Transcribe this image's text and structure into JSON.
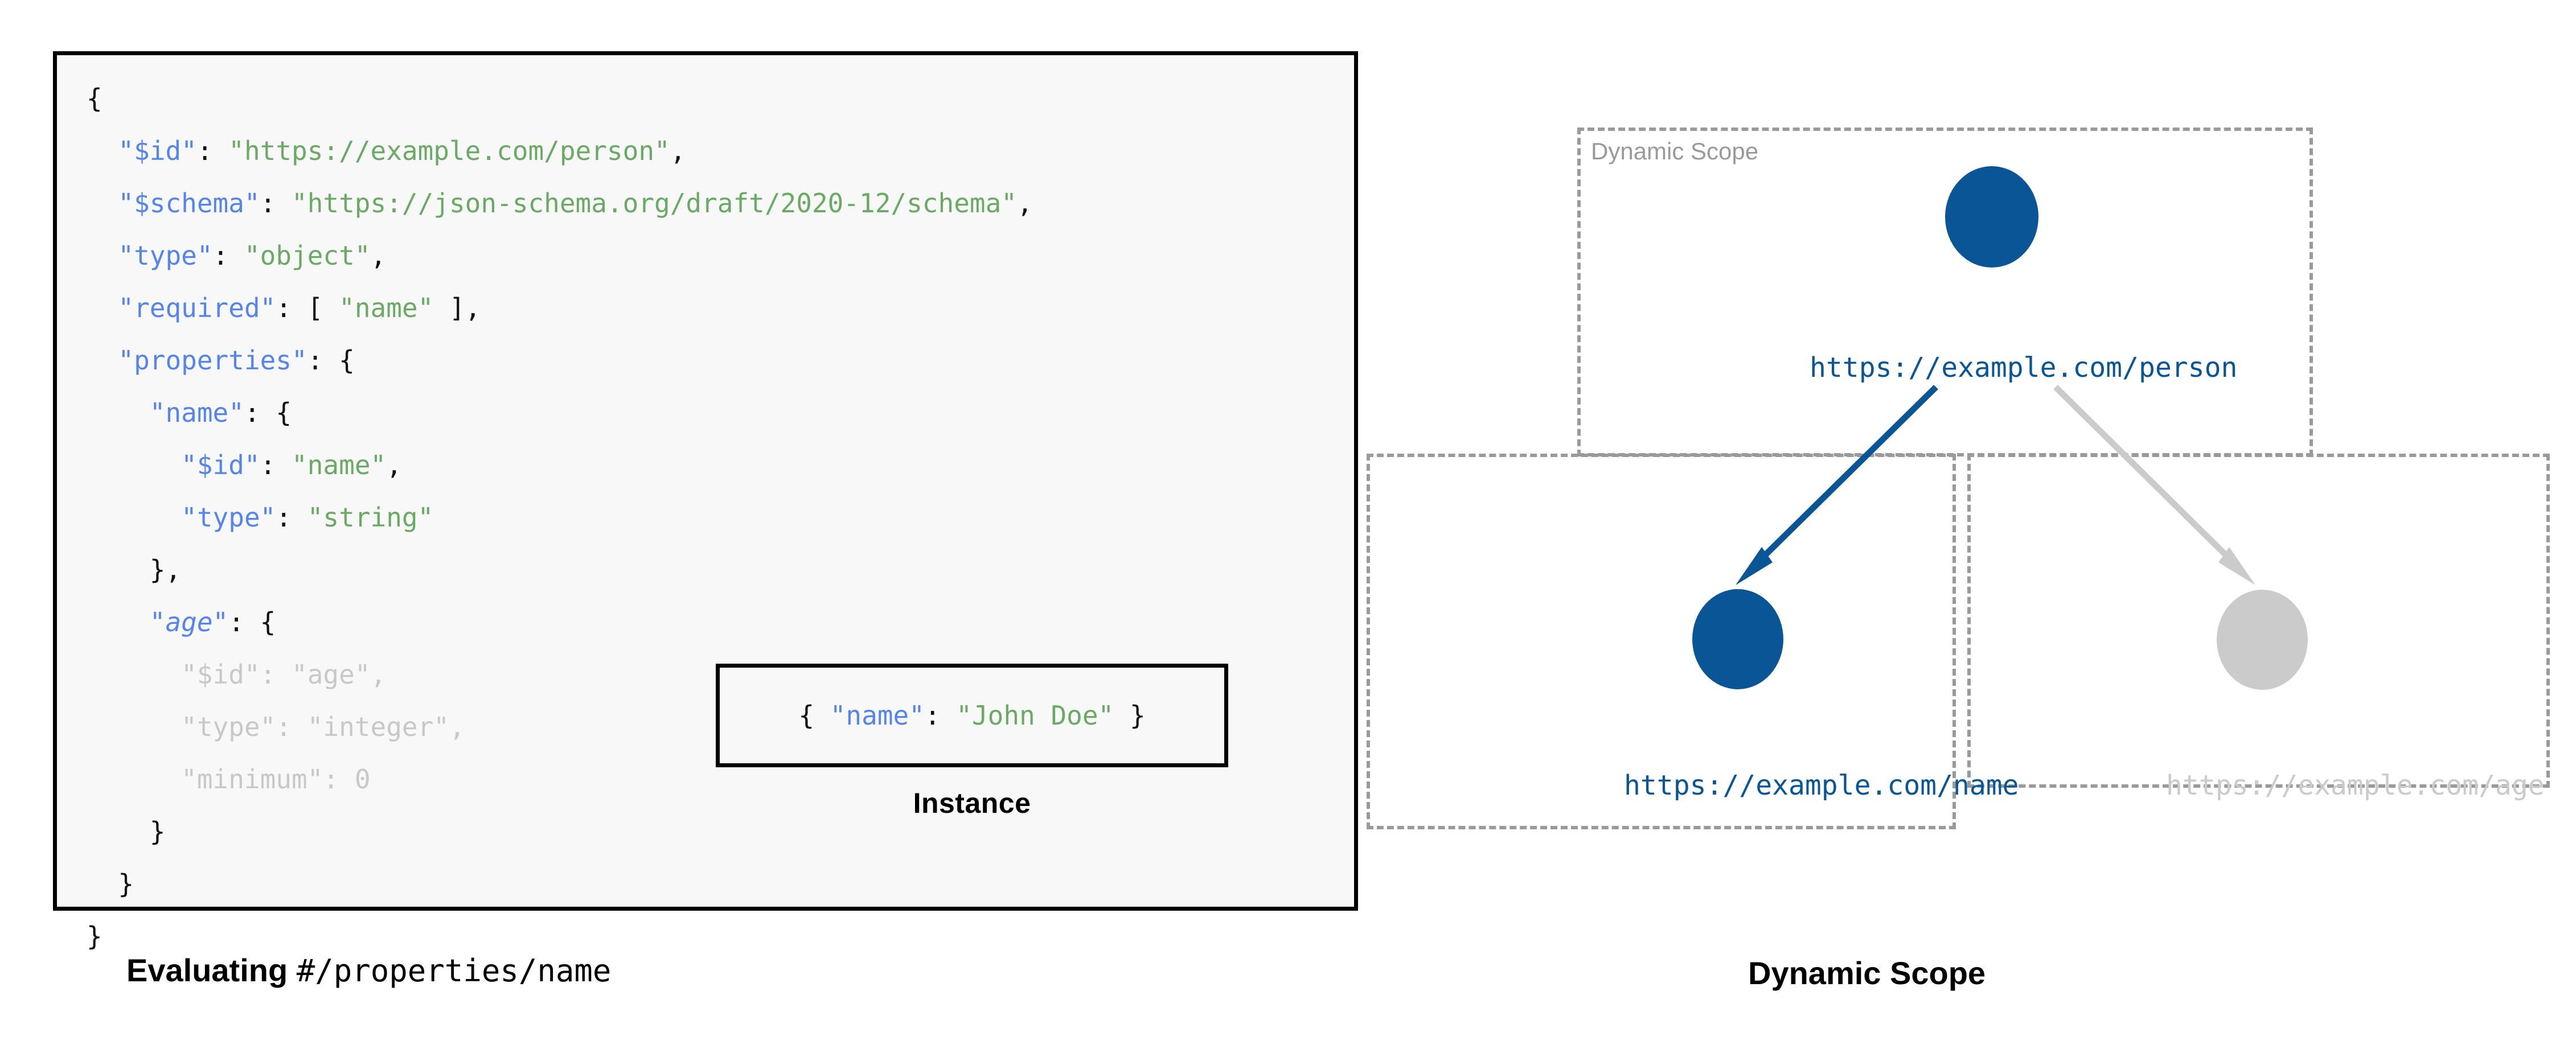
{
  "left": {
    "schema_lines": [
      {
        "indent": 0,
        "tokens": [
          {
            "t": "{",
            "c": "p"
          }
        ]
      },
      {
        "indent": 1,
        "tokens": [
          {
            "t": "\"$id\"",
            "c": "k"
          },
          {
            "t": ": ",
            "c": "p"
          },
          {
            "t": "\"https://example.com/person\"",
            "c": "s"
          },
          {
            "t": ",",
            "c": "p"
          }
        ]
      },
      {
        "indent": 1,
        "tokens": [
          {
            "t": "\"$schema\"",
            "c": "k"
          },
          {
            "t": ": ",
            "c": "p"
          },
          {
            "t": "\"https://json-schema.org/draft/2020-12/schema\"",
            "c": "s"
          },
          {
            "t": ",",
            "c": "p"
          }
        ]
      },
      {
        "indent": 1,
        "tokens": [
          {
            "t": "\"type\"",
            "c": "k"
          },
          {
            "t": ": ",
            "c": "p"
          },
          {
            "t": "\"object\"",
            "c": "s"
          },
          {
            "t": ",",
            "c": "p"
          }
        ]
      },
      {
        "indent": 1,
        "tokens": [
          {
            "t": "\"required\"",
            "c": "k"
          },
          {
            "t": ": [ ",
            "c": "p"
          },
          {
            "t": "\"name\"",
            "c": "s"
          },
          {
            "t": " ],",
            "c": "p"
          }
        ]
      },
      {
        "indent": 1,
        "tokens": [
          {
            "t": "\"properties\"",
            "c": "k"
          },
          {
            "t": ": {",
            "c": "p"
          }
        ]
      },
      {
        "indent": 2,
        "tokens": [
          {
            "t": "\"name\"",
            "c": "k"
          },
          {
            "t": ": {",
            "c": "p"
          }
        ]
      },
      {
        "indent": 3,
        "tokens": [
          {
            "t": "\"$id\"",
            "c": "k"
          },
          {
            "t": ": ",
            "c": "p"
          },
          {
            "t": "\"name\"",
            "c": "s"
          },
          {
            "t": ",",
            "c": "p"
          }
        ]
      },
      {
        "indent": 3,
        "tokens": [
          {
            "t": "\"type\"",
            "c": "k"
          },
          {
            "t": ": ",
            "c": "p"
          },
          {
            "t": "\"string\"",
            "c": "s"
          }
        ]
      },
      {
        "indent": 2,
        "tokens": [
          {
            "t": "},",
            "c": "p"
          }
        ]
      },
      {
        "indent": 2,
        "tokens": [
          {
            "t": "\"age\"",
            "c": "k italic"
          },
          {
            "t": ": {",
            "c": "p"
          }
        ]
      },
      {
        "indent": 3,
        "tokens": [
          {
            "t": "\"$id\"",
            "c": "muted-k"
          },
          {
            "t": ": ",
            "c": "muted"
          },
          {
            "t": "\"age\"",
            "c": "muted-s"
          },
          {
            "t": ",",
            "c": "muted"
          }
        ]
      },
      {
        "indent": 3,
        "tokens": [
          {
            "t": "\"type\"",
            "c": "muted-k"
          },
          {
            "t": ": ",
            "c": "muted"
          },
          {
            "t": "\"integer\"",
            "c": "muted-s"
          },
          {
            "t": ",",
            "c": "muted"
          }
        ]
      },
      {
        "indent": 3,
        "tokens": [
          {
            "t": "\"minimum\"",
            "c": "muted-k"
          },
          {
            "t": ": ",
            "c": "muted"
          },
          {
            "t": "0",
            "c": "muted"
          }
        ]
      },
      {
        "indent": 2,
        "tokens": [
          {
            "t": "}",
            "c": "p"
          }
        ]
      },
      {
        "indent": 1,
        "tokens": [
          {
            "t": "}",
            "c": "p"
          }
        ]
      },
      {
        "indent": 0,
        "tokens": [
          {
            "t": "}",
            "c": "p"
          }
        ]
      }
    ],
    "instance": {
      "code_tokens": [
        {
          "t": "{ ",
          "c": "p"
        },
        {
          "t": "\"name\"",
          "c": "k"
        },
        {
          "t": ": ",
          "c": "p"
        },
        {
          "t": "\"John Doe\"",
          "c": "s"
        },
        {
          "t": " }",
          "c": "p"
        }
      ],
      "caption": "Instance"
    },
    "caption_bold": "Evaluating ",
    "caption_mono": "#/properties/name"
  },
  "right": {
    "scope_label": "Dynamic Scope",
    "nodes": [
      {
        "id": "person",
        "label": "https://example.com/person",
        "state": "active"
      },
      {
        "id": "name",
        "label": "https://example.com/name",
        "state": "active"
      },
      {
        "id": "age",
        "label": "https://example.com/age",
        "state": "inactive"
      }
    ],
    "caption": "Dynamic Scope"
  },
  "colors": {
    "accent_blue": "#0a5596",
    "inactive_grey": "#cbcbcb",
    "key_blue": "#5585ec",
    "string_green": "#6aaa64",
    "dashed_border": "#9a9a9a",
    "code_bg": "#f8f8f8"
  }
}
